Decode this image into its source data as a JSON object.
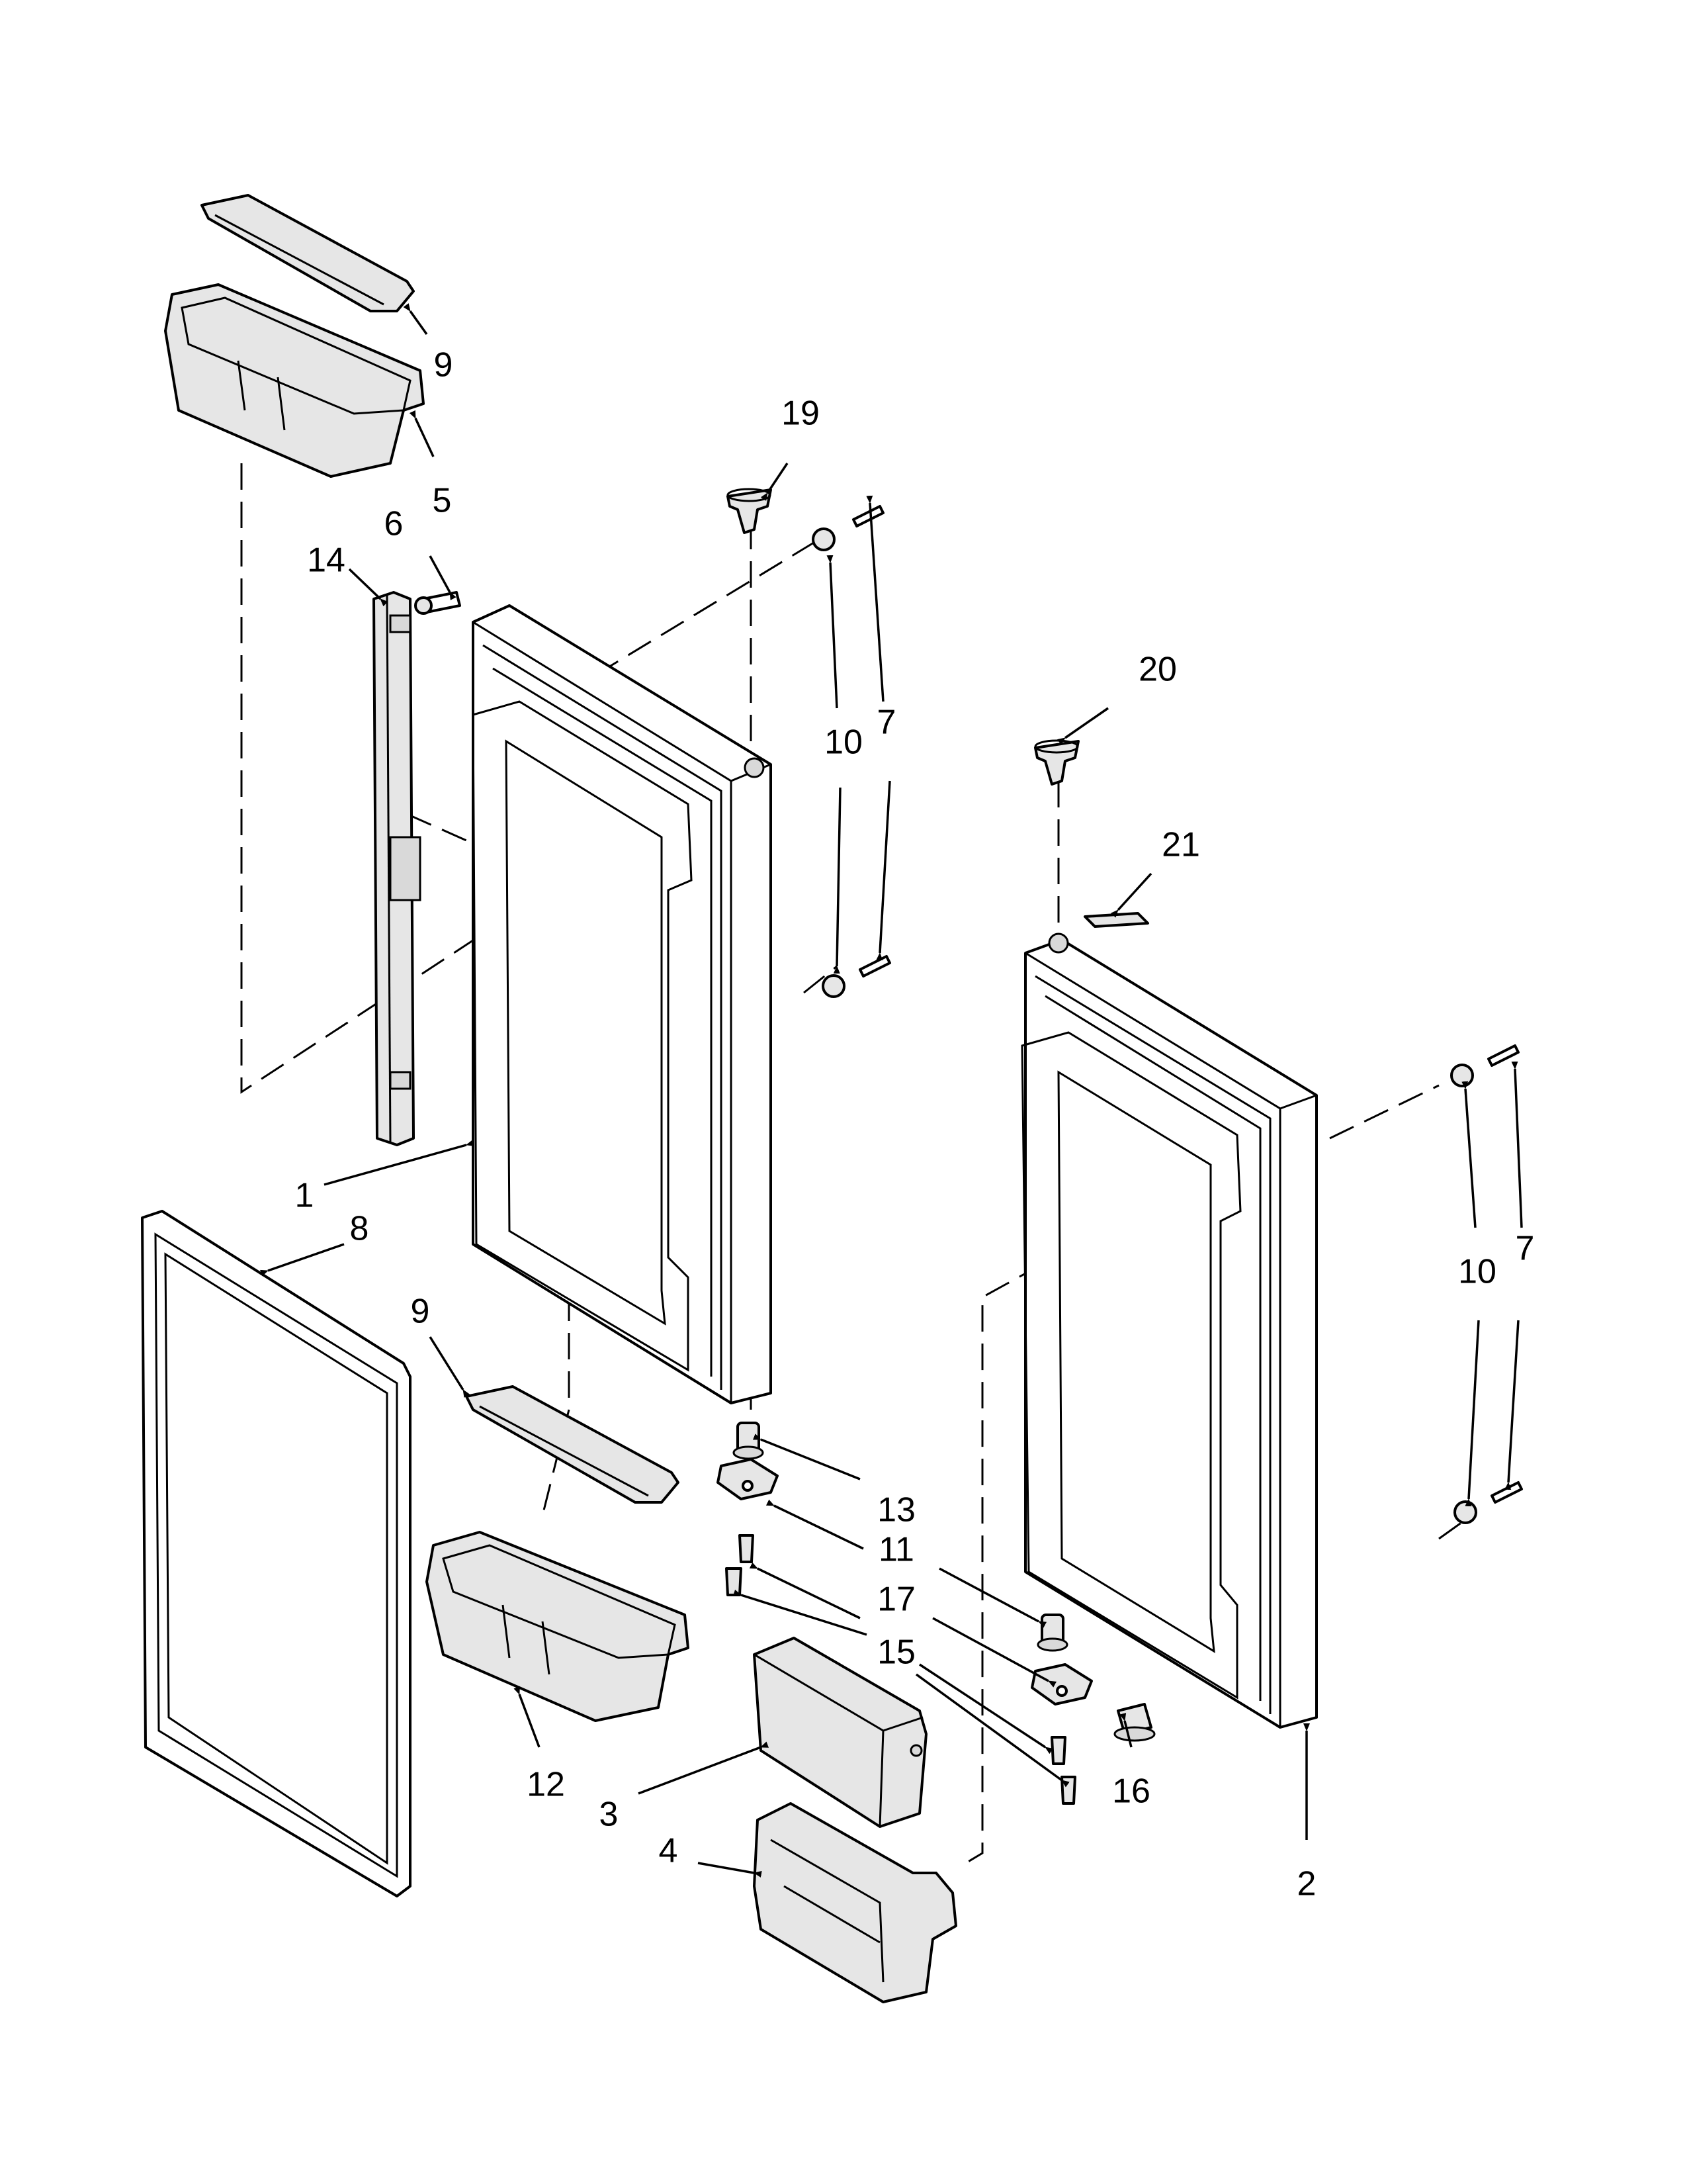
{
  "diagram": {
    "callouts": {
      "part_1": "1",
      "part_2": "2",
      "part_3": "3",
      "part_4": "4",
      "part_5": "5",
      "part_6": "6",
      "part_7_left": "7",
      "part_7_right": "7",
      "part_8": "8",
      "part_9_top": "9",
      "part_9_lower": "9",
      "part_10_left": "10",
      "part_10_right": "10",
      "part_11": "11",
      "part_12": "12",
      "part_13": "13",
      "part_14": "14",
      "part_15": "15",
      "part_16": "16",
      "part_17": "17",
      "part_19": "19",
      "part_20": "20",
      "part_21": "21"
    }
  }
}
